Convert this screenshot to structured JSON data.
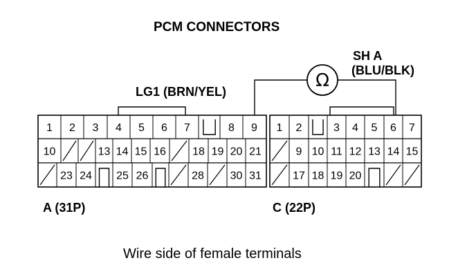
{
  "title": "PCM CONNECTORS",
  "probe": {
    "label_line1": "SH A",
    "label_line2": "(BLU/BLK)",
    "symbol": "ohm-meter-icon",
    "glyph": "Ω"
  },
  "lg1_label": "LG1 (BRN/YEL)",
  "connector_a": {
    "label": "A (31P)",
    "rows": [
      [
        "1",
        "2",
        "3",
        "4",
        "5",
        "6",
        "7",
        "key",
        "8",
        "9"
      ],
      [
        "10",
        "/",
        "/",
        "13",
        "14",
        "15",
        "16",
        "/",
        "18",
        "19",
        "20",
        "21"
      ],
      [
        "/",
        "23",
        "24",
        "key",
        "25",
        "26",
        "key",
        "/",
        "28",
        "/",
        "30",
        "31"
      ]
    ]
  },
  "connector_c": {
    "label": "C (22P)",
    "rows": [
      [
        "1",
        "2",
        "key",
        "3",
        "4",
        "5",
        "6",
        "7"
      ],
      [
        "/",
        "9",
        "10",
        "11",
        "12",
        "13",
        "14",
        "15"
      ],
      [
        "/",
        "17",
        "18",
        "19",
        "20",
        "key",
        "/",
        "/"
      ]
    ]
  },
  "caption": "Wire side of female terminals"
}
